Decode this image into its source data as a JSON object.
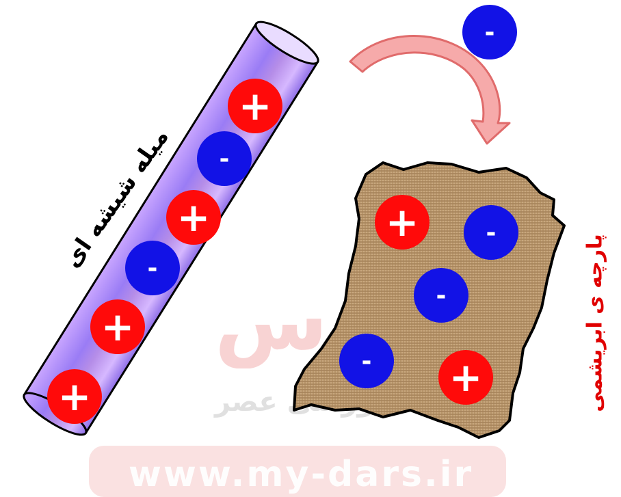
{
  "watermark": {
    "brand": "درس",
    "tagline": "آموزشی عصر",
    "url": "www.my-dars.ir"
  },
  "labels": {
    "rod": "میله شیشه ای",
    "cloth": "پارچه ی ابریشمی"
  },
  "charges": {
    "positive": "+",
    "negative": "-"
  },
  "colors": {
    "positive": "#ff0a0a",
    "negative": "#1212e6",
    "rod_label": "#000000",
    "cloth_label": "#e00000",
    "arrow": "#f08080",
    "cloth_fill": "#c8a77e"
  }
}
